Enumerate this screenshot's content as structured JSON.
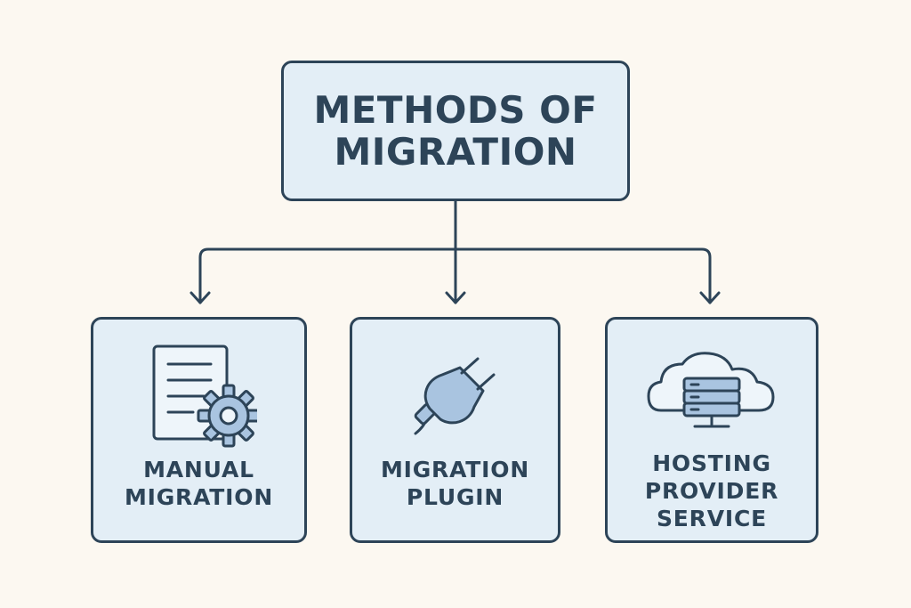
{
  "diagram": {
    "title": "METHODS OF\nMIGRATION",
    "methods": [
      {
        "label": "MANUAL\nMIGRATION",
        "icon": "document-gear-icon"
      },
      {
        "label": "MIGRATION\nPLUGIN",
        "icon": "plug-icon"
      },
      {
        "label": "HOSTING\nPROVIDER\nSERVICE",
        "icon": "cloud-server-icon"
      }
    ]
  },
  "colors": {
    "background": "#fcf8f1",
    "box_fill": "#e3eef6",
    "stroke": "#2d4458",
    "icon_fill": "#a9c4e0"
  }
}
